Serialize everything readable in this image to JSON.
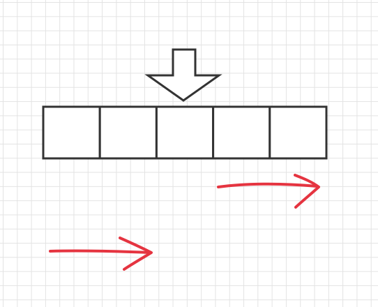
{
  "canvas": {
    "background": "grid-paper",
    "grid_color": "#e3e3e3"
  },
  "diagram": {
    "row_cells": 5,
    "pointer": {
      "shape": "outline-down-arrow",
      "points_at_cell": 3,
      "color": "#333333"
    },
    "cell_stroke_color": "#333333",
    "arrows": [
      {
        "name": "upper-right-arrow",
        "direction": "right",
        "color": "#e53440"
      },
      {
        "name": "lower-left-arrow",
        "direction": "right",
        "color": "#e53440"
      }
    ]
  }
}
